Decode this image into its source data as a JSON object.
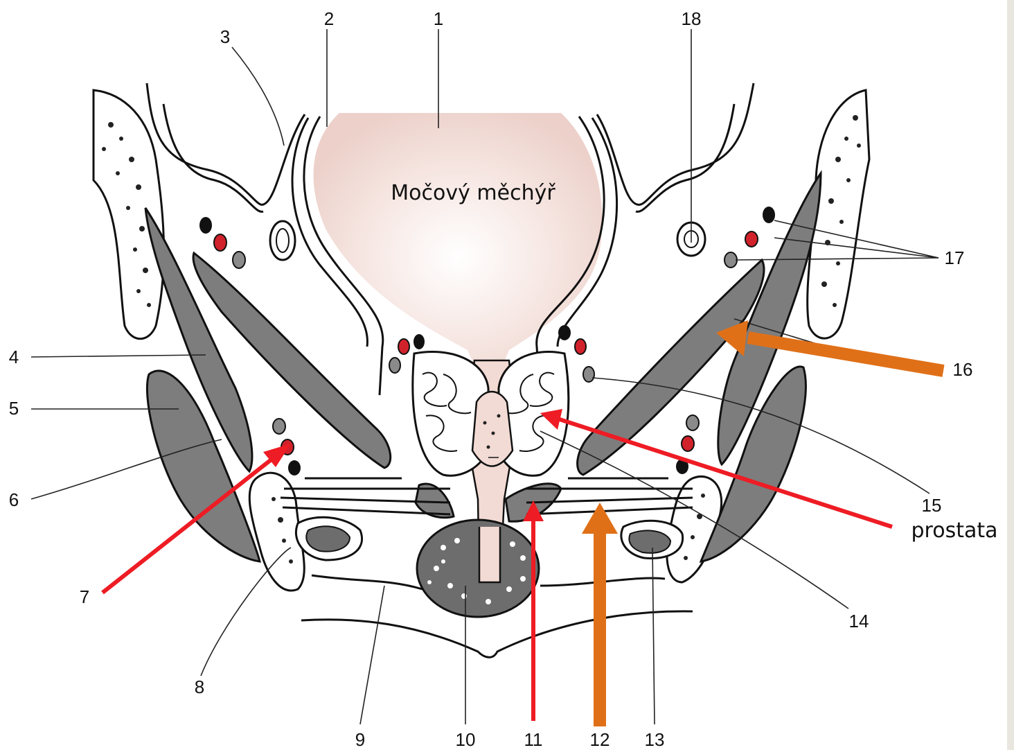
{
  "labels": {
    "bladder": "Močový měchýř",
    "prostate": "prostata"
  },
  "numbers": [
    "1",
    "2",
    "3",
    "4",
    "5",
    "6",
    "7",
    "8",
    "9",
    "10",
    "11",
    "12",
    "13",
    "14",
    "15",
    "16",
    "17",
    "18"
  ],
  "colors": {
    "bladder_fill": "#f1d9d3",
    "muscle": "#7d7d7d",
    "artery": "#d1222c",
    "red_arrow": "#ee1c24",
    "orange_arrow": "#e07018"
  },
  "icons": {
    "red_arrows": [
      "arrow-to-7",
      "arrow-to-11",
      "arrow-to-prostate"
    ],
    "orange_arrows": [
      "arrow-to-12",
      "arrow-to-16"
    ]
  }
}
